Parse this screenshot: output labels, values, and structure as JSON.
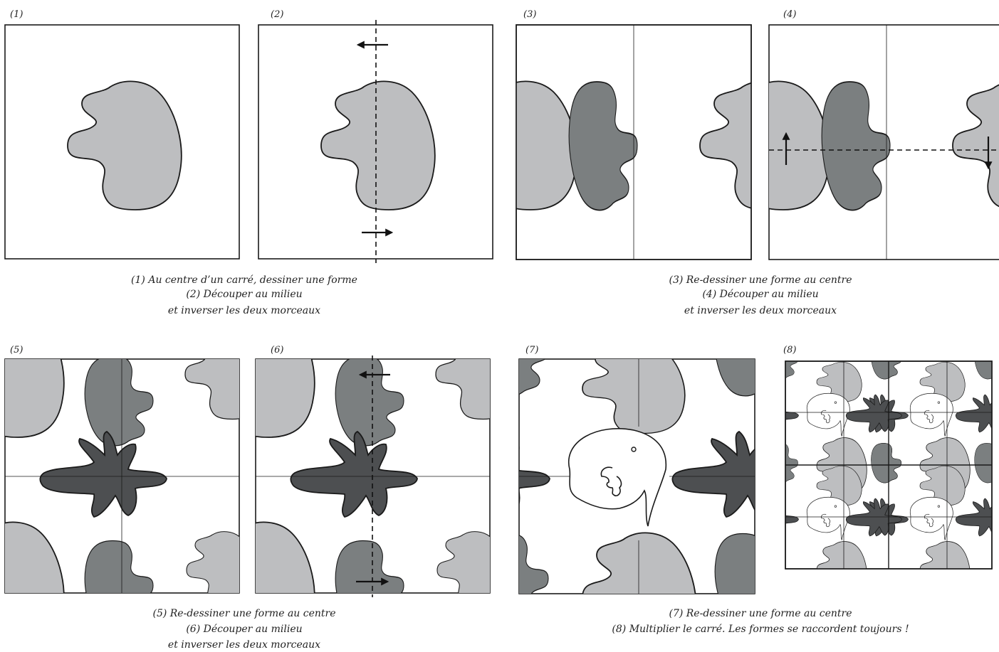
{
  "panels": [
    {
      "label": "(1)"
    },
    {
      "label": "(2)"
    },
    {
      "label": "(3)"
    },
    {
      "label": "(4)"
    },
    {
      "label": "(5)"
    },
    {
      "label": "(6)"
    },
    {
      "label": "(7)"
    },
    {
      "label": "(8)"
    }
  ],
  "captions": {
    "top_left": [
      "(1) Au centre d’un carré, dessiner une forme",
      "(2) Découper au milieu",
      "et inverser les deux morceaux"
    ],
    "top_right": [
      "(3) Re-dessiner une forme au centre",
      "(4) Découper au milieu",
      "et inverser les deux morceaux"
    ],
    "bottom_left": [
      "(5) Re-dessiner une forme au centre",
      "(6) Découper au milieu",
      "et inverser les deux morceaux"
    ],
    "bottom_right": [
      "(7) Re-dessiner une forme au centre",
      "(8) Multiplier le carré. Les formes se raccordent toujours !"
    ]
  },
  "colors": {
    "light_shape": "#bdbec0",
    "mid_shape": "#7b7f80",
    "dark_shape": "#4d4f51",
    "outline": "#1a1a1a"
  }
}
